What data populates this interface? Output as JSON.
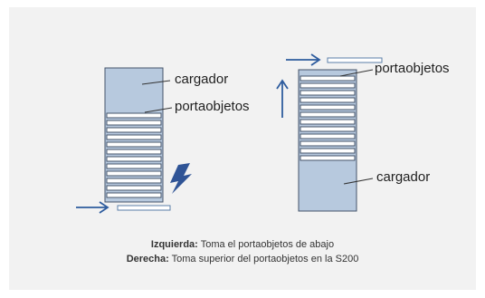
{
  "left": {
    "label_loader": "cargador",
    "label_slides": "portaobjetos",
    "slide_count": 12
  },
  "right": {
    "label_slides": "portaobjetos",
    "label_loader": "cargador",
    "slide_count": 12
  },
  "caption": {
    "line1_bold": "Izquierda:",
    "line1_text": "Toma el portaobjetos de abajo",
    "line2_bold": "Derecha:",
    "line2_text": "Toma superior del portaobjetos en la S200"
  },
  "colors": {
    "background": "#f2f2f2",
    "loader_fill": "#b7c9de",
    "outline": "#44546a",
    "slide_fill": "#ffffff",
    "arrow": "#2e5c9e",
    "lightning": "#2f5496"
  },
  "icons": [
    "arrow-right-icon",
    "arrow-up-icon",
    "lightning-icon"
  ]
}
